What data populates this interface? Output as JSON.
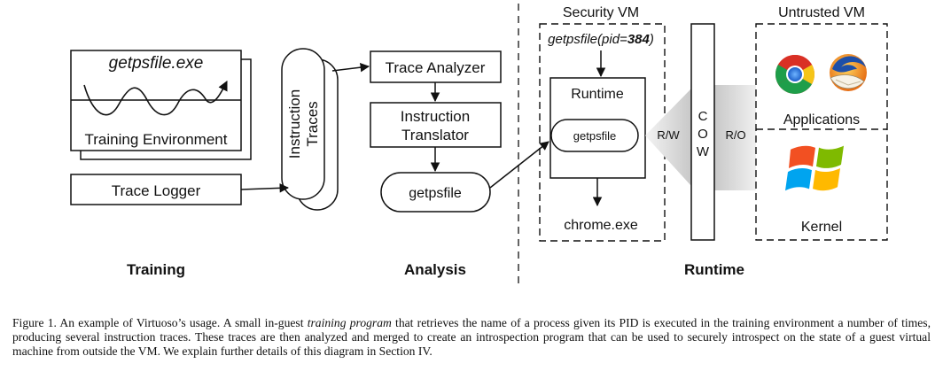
{
  "training_section": {
    "program_name": "getpsfile.exe",
    "environment_label": "Training Environment",
    "logger_label": "Trace Logger",
    "traces_label_line1": "Instruction",
    "traces_label_line2": "Traces",
    "section_title": "Training"
  },
  "analysis_section": {
    "analyzer_label": "Trace Analyzer",
    "translator_line1": "Instruction",
    "translator_line2": "Translator",
    "output_program": "getpsfile",
    "section_title": "Analysis"
  },
  "security_vm": {
    "title": "Security VM",
    "call_prefix": "getpsfile(pid=",
    "call_pid": "384",
    "call_suffix": ")",
    "runtime_label": "Runtime",
    "program_label": "getpsfile",
    "output_label": "chrome.exe"
  },
  "cow": {
    "letters": [
      "C",
      "O",
      "W"
    ],
    "rw_label": "R/W",
    "ro_label": "R/O"
  },
  "untrusted_vm": {
    "title": "Untrusted VM",
    "applications_label": "Applications",
    "kernel_label": "Kernel"
  },
  "runtime_section_title": "Runtime",
  "caption": {
    "prefix": "Figure 1.   An example of Virtuoso’s usage. A small in-guest ",
    "emphasis": "training program",
    "suffix": " that retrieves the name of a process given its PID is executed in the training environment a number of times, producing several instruction traces. These traces are then analyzed and merged to create an introspection program that can be used to securely introspect on the state of a guest virtual machine from outside the VM. We explain further details of this diagram in Section IV."
  },
  "icons": [
    "chrome-icon",
    "thunderbird-icon",
    "windows-logo-icon"
  ]
}
